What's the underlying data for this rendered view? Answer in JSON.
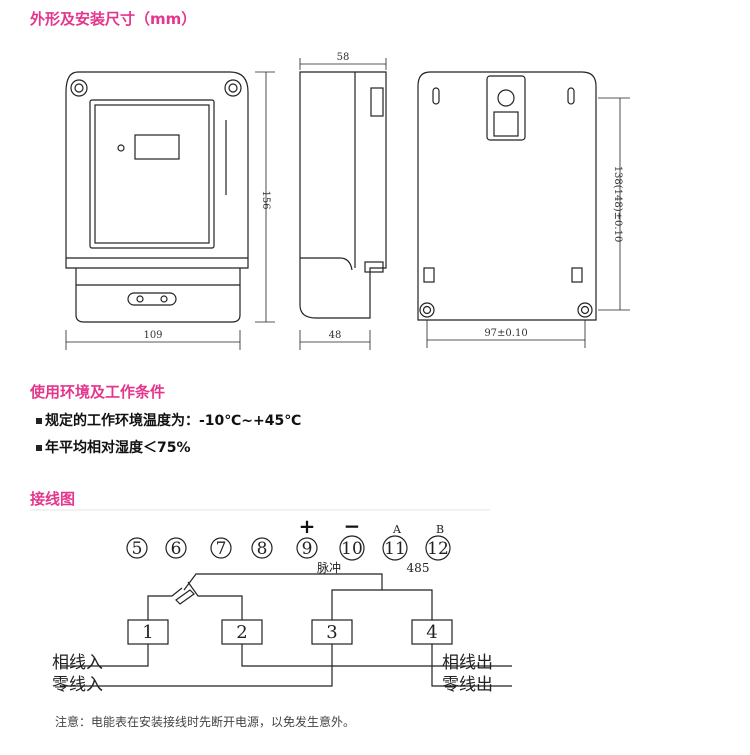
{
  "headings": {
    "dimensions": "外形及安装尺寸（mm）",
    "environment": "使用环境及工作条件",
    "wiring": "接线图"
  },
  "conditions": [
    "规定的工作环境温度为：-10℃~+45℃",
    "年平均相对湿度＜75%"
  ],
  "dimensions": {
    "front_width": "109",
    "height": "156",
    "side_top": "58",
    "side_bottom": "48",
    "back_width": "97±0.10",
    "back_height": "138(148)±0.10"
  },
  "wiring": {
    "terminals": [
      "5",
      "6",
      "7",
      "8",
      "9",
      "10",
      "11",
      "12"
    ],
    "plus": "+",
    "minus": "−",
    "a": "A",
    "b": "B",
    "pulse": "脉冲",
    "rs485": "485",
    "blocks": [
      "1",
      "2",
      "3",
      "4"
    ],
    "phase_in": "相线入",
    "neutral_in": "零线入",
    "phase_out": "相线出",
    "neutral_out": "零线出"
  },
  "note": "注意：电能表在安装接线时先断开电源，以免发生意外。"
}
